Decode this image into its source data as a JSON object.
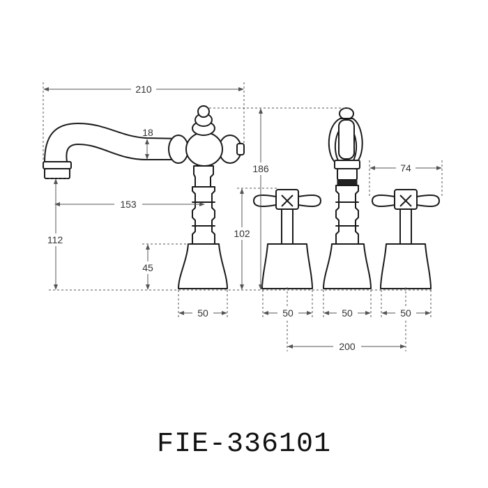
{
  "dimensions": {
    "spout_reach": "210",
    "spout_thickness": "18",
    "total_height": "186",
    "spout_projection": "153",
    "spout_height": "112",
    "base_height": "45",
    "handle_height": "102",
    "handle_span": "74",
    "base_width_1": "50",
    "base_width_2": "50",
    "base_width_3": "50",
    "base_width_4": "50",
    "handle_spacing": "200"
  },
  "model_code": "FIE-336101"
}
